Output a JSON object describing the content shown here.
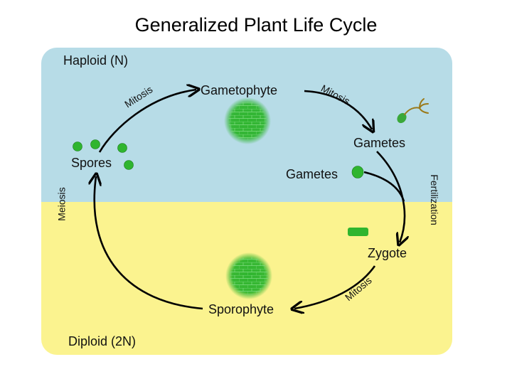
{
  "title": "Generalized Plant Life Cycle",
  "regions": {
    "haploid": {
      "label": "Haploid (N)",
      "color": "#b7dce7"
    },
    "diploid": {
      "label": "Diploid (2N)",
      "color": "#fbf38f"
    }
  },
  "nodes": {
    "gametophyte": "Gametophyte",
    "gametes_top": "Gametes",
    "gametes_mid": "Gametes",
    "zygote": "Zygote",
    "sporophyte": "Sporophyte",
    "spores": "Spores"
  },
  "edges": {
    "spores_to_gametophyte": "Mitosis",
    "gametophyte_to_gametes": "Mitosis",
    "fertilization": "Fertilization",
    "zygote_to_sporophyte": "Mitosis",
    "sporophyte_to_spores": "Meiosis"
  },
  "colors": {
    "cell_green": "#2fb52f",
    "arrow": "#000000",
    "sperm": "#9b7a1a"
  }
}
